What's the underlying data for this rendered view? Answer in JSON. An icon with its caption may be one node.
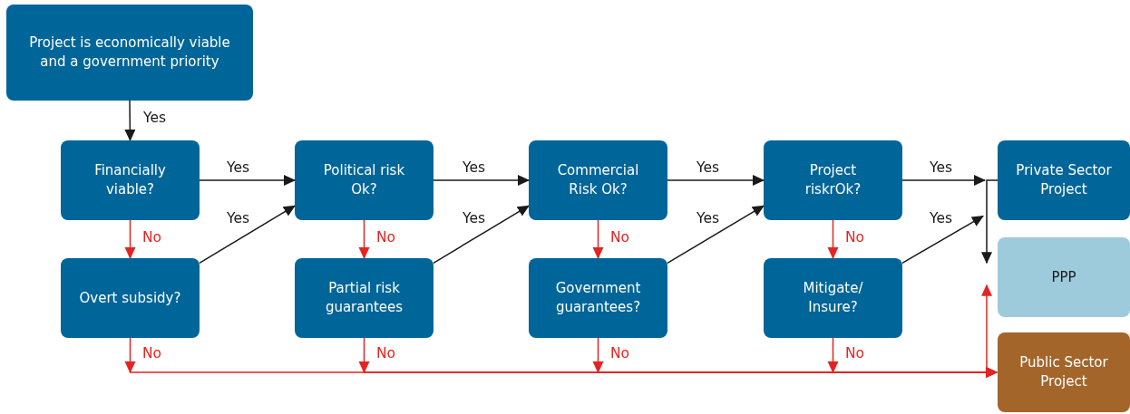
{
  "diagram": {
    "nodes": [
      {
        "text": [
          "Project is economically viable and a government priority"
        ]
      },
      {
        "text": [
          "Financially viable?"
        ]
      },
      {
        "text": [
          "Political risk Ok?"
        ]
      },
      {
        "text": [
          "Commercial Risk Ok?"
        ]
      },
      {
        "text": [
          "Project riskrOk?"
        ]
      },
      {
        "text": [
          "Private Sector Project"
        ]
      },
      {
        "text": [
          "Overt subsidy?"
        ]
      },
      {
        "text": [
          "Partial risk guarantees"
        ]
      },
      {
        "text": [
          "Government guarantees?"
        ]
      },
      {
        "text": [
          "Mitigate/ Insure?"
        ]
      },
      {
        "text": [
          "PPP"
        ]
      },
      {
        "text": [
          "Public Sector Project"
        ]
      }
    ],
    "edges": [
      {
        "from": 0,
        "to": 1,
        "arrow": "to",
        "label": "Yes"
      },
      {
        "from": 1,
        "to": 2,
        "arrow": "to",
        "label": "Yes"
      },
      {
        "from": 2,
        "to": 3,
        "arrow": "to",
        "label": "Yes"
      },
      {
        "from": 3,
        "to": 4,
        "arrow": "to",
        "label": "Yes"
      },
      {
        "from": 4,
        "to": 5,
        "arrow": "to",
        "label": "Yes"
      },
      {
        "from": 6,
        "to": 2,
        "arrow": "to",
        "label": "Yes"
      },
      {
        "from": 7,
        "to": 3,
        "arrow": "to",
        "label": "Yes"
      },
      {
        "from": 8,
        "to": 4,
        "arrow": "to",
        "label": "Yes"
      },
      {
        "from": 9,
        "to": 5,
        "arrow": "to",
        "label": "Yes"
      },
      {
        "from": 1,
        "to": 6,
        "arrow": "to",
        "label": "No",
        "color": "#e52421"
      },
      {
        "from": 2,
        "to": 7,
        "arrow": "to",
        "label": "No",
        "color": "#e52421"
      },
      {
        "from": 3,
        "to": 8,
        "arrow": "to",
        "label": "No",
        "color": "#e52421"
      },
      {
        "from": 4,
        "to": 9,
        "arrow": "to",
        "label": "No",
        "color": "#e52421"
      },
      {
        "from": 6,
        "to": 11,
        "arrow": "to",
        "label": "No",
        "color": "#e52421"
      },
      {
        "from": 7,
        "to": 11,
        "arrow": "to",
        "label": "No",
        "color": "#e52421"
      },
      {
        "from": 8,
        "to": 11,
        "arrow": "to",
        "label": "No",
        "color": "#e52421"
      },
      {
        "from": 9,
        "to": 11,
        "arrow": "to",
        "label": "No",
        "color": "#e52421"
      },
      {
        "from": 5,
        "to": 10,
        "arrow": "to"
      },
      {
        "from": 11,
        "to": 10,
        "arrow": "to",
        "color": "#e52421"
      }
    ]
  }
}
